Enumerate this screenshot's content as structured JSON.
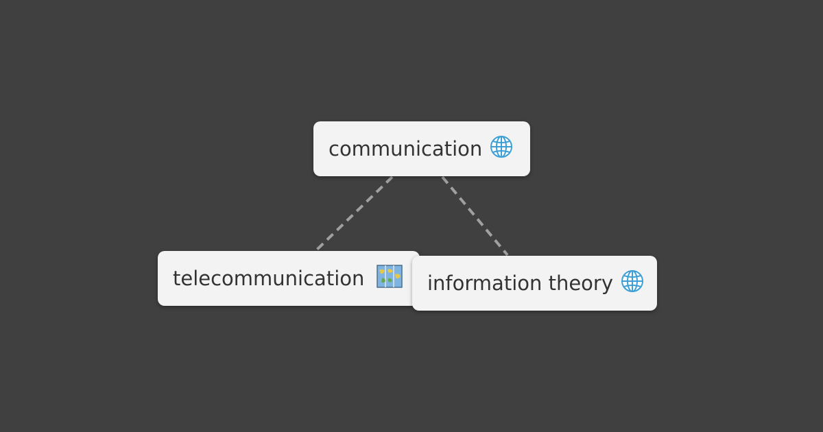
{
  "nodes": {
    "communication": {
      "label": "communication",
      "icon": "globe-icon"
    },
    "telecommunication": {
      "label": "telecommunication",
      "icon": "world-map-icon"
    },
    "information_theory": {
      "label": "information theory",
      "icon": "globe-icon"
    }
  },
  "edges": [
    {
      "from": "communication",
      "to": "telecommunication",
      "style": "dashed"
    },
    {
      "from": "communication",
      "to": "information_theory",
      "style": "dashed"
    }
  ],
  "colors": {
    "background": "#404040",
    "node_fill": "#f3f3f3",
    "node_text": "#333333",
    "edge": "#a0a0a0",
    "globe": "#3d9fd6"
  }
}
